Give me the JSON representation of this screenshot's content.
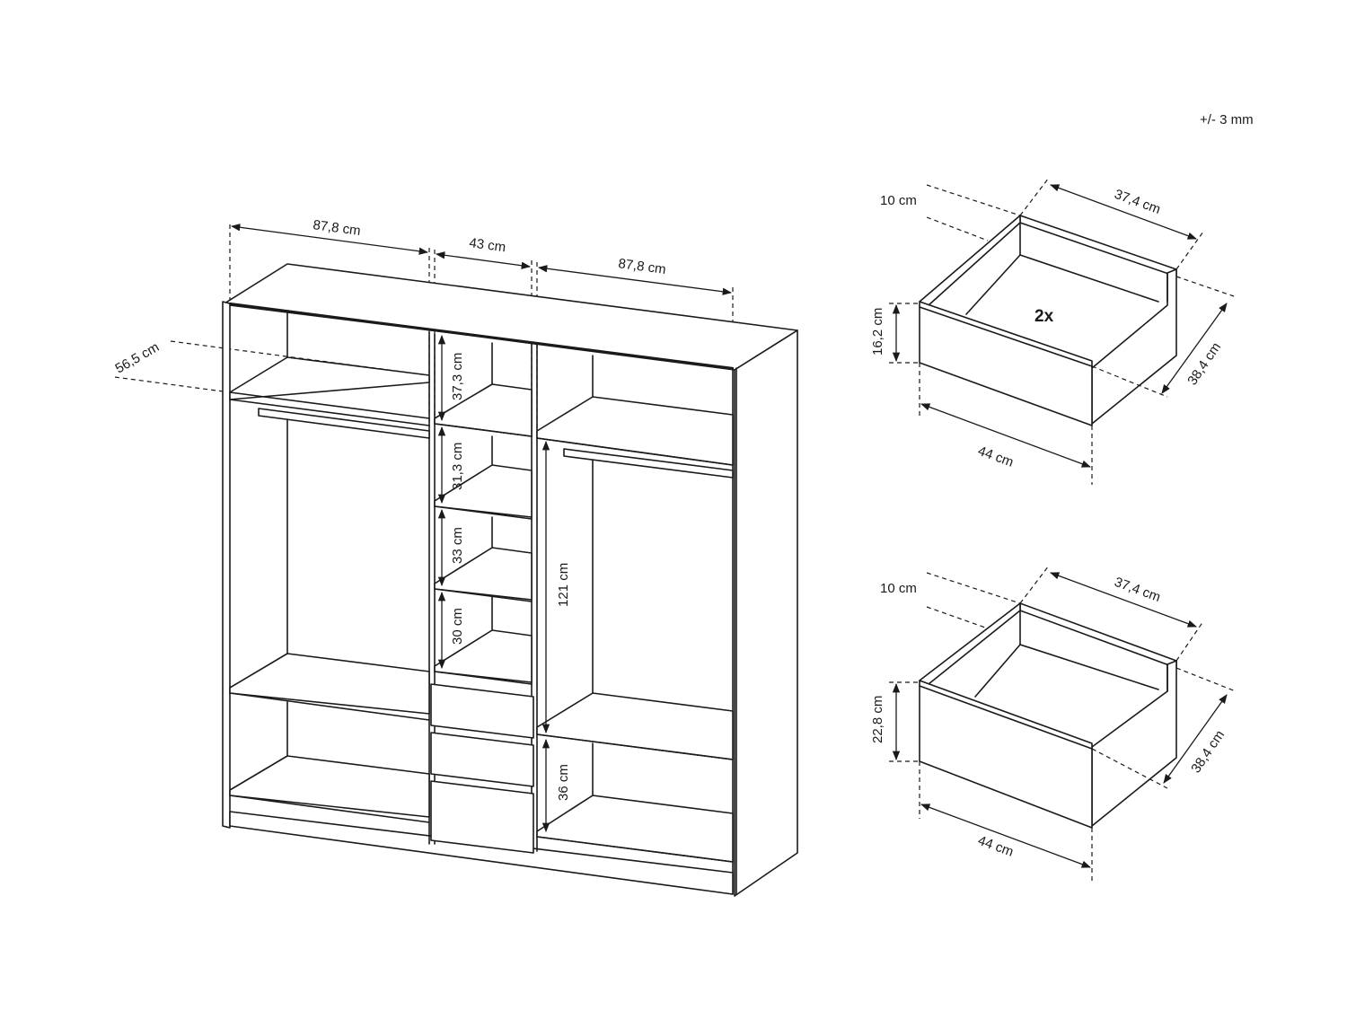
{
  "tolerance": "+/- 3 mm",
  "wardrobe": {
    "width_left": "87,8 cm",
    "width_center": "43 cm",
    "width_right": "87,8 cm",
    "depth": "56,5 cm",
    "shelf_1": "37,3 cm",
    "shelf_2": "31,3 cm",
    "shelf_3": "33 cm",
    "shelf_4": "30 cm",
    "hanging_height": "121 cm",
    "bottom_height": "36 cm"
  },
  "drawer_small": {
    "front_top": "10 cm",
    "back_width": "37,4 cm",
    "height": "16,2 cm",
    "depth": "38,4 cm",
    "front_width": "44 cm",
    "quantity": "2x"
  },
  "drawer_large": {
    "front_top": "10 cm",
    "back_width": "37,4 cm",
    "height": "22,8 cm",
    "depth": "38,4 cm",
    "front_width": "44 cm"
  }
}
